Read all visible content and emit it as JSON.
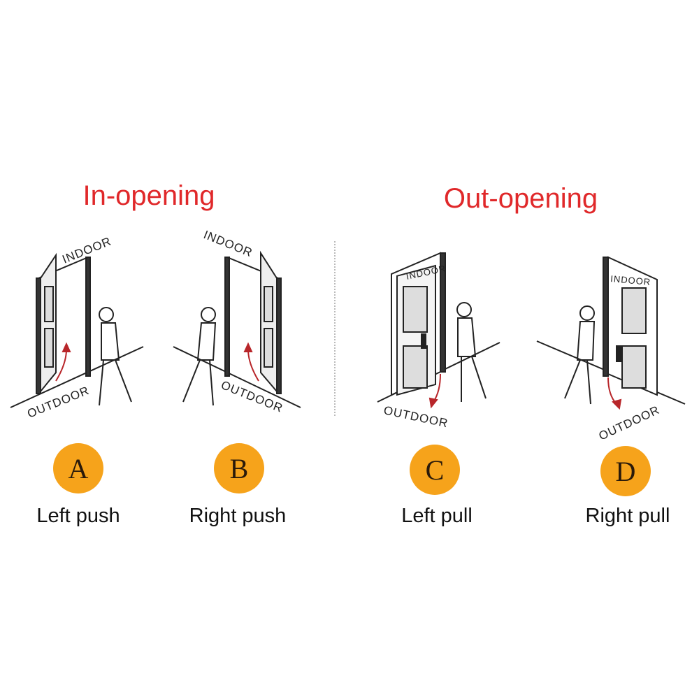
{
  "sections": [
    {
      "title": "In-opening"
    },
    {
      "title": "Out-opening"
    }
  ],
  "scene_labels": {
    "indoor": "INDOOR",
    "outdoor": "OUTDOOR"
  },
  "options": [
    {
      "letter": "A",
      "label": "Left push"
    },
    {
      "letter": "B",
      "label": "Right push"
    },
    {
      "letter": "C",
      "label": "Left pull"
    },
    {
      "letter": "D",
      "label": "Right pull"
    }
  ],
  "colors": {
    "title": "#e0282a",
    "badge": "#f6a31b",
    "arrow": "#b8262a"
  }
}
